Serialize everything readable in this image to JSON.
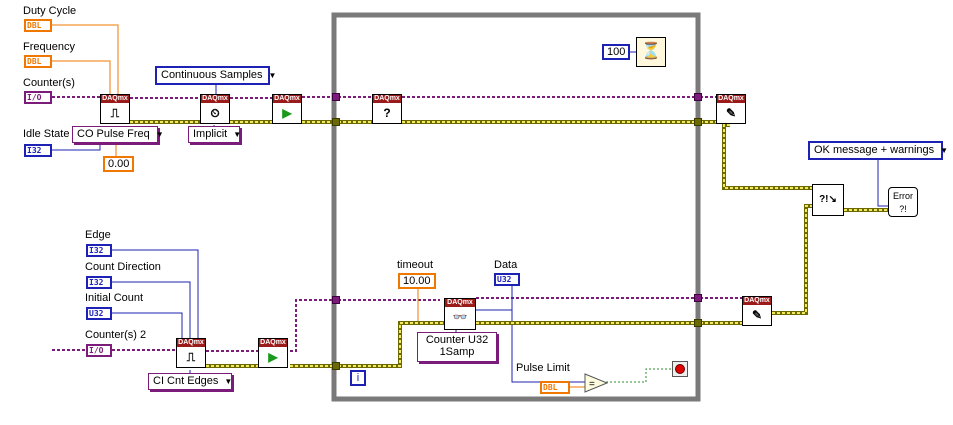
{
  "controls": {
    "duty_cycle": {
      "label": "Duty Cycle",
      "type": "DBL"
    },
    "frequency": {
      "label": "Frequency",
      "type": "DBL"
    },
    "counters": {
      "label": "Counter(s)",
      "type": "I/O"
    },
    "idle_state": {
      "label": "Idle State",
      "type": "I32"
    },
    "edge": {
      "label": "Edge",
      "type": "I32"
    },
    "count_direction": {
      "label": "Count Direction",
      "type": "I32"
    },
    "initial_count": {
      "label": "Initial Count",
      "type": "U32"
    },
    "counters2": {
      "label": "Counter(s) 2",
      "type": "I/O"
    },
    "timeout": {
      "label": "timeout",
      "value": "10.00"
    },
    "pulse_limit": {
      "label": "Pulse Limit",
      "type": "DBL"
    }
  },
  "indicators": {
    "data": {
      "label": "Data",
      "type": "U32"
    }
  },
  "constants": {
    "sample_mode": "Continuous Samples",
    "co_pulse_freq": "CO Pulse Freq",
    "zero": "0.00",
    "implicit": "Implicit",
    "wait_ms": "100",
    "error_mode": "OK message + warnings",
    "ci_cnt_edges": "CI Cnt Edges",
    "read_type_line1": "Counter U32",
    "read_type_line2": "1Samp"
  },
  "vi_header": "DAQmx",
  "loop": {
    "iteration": "i"
  },
  "error_handler": {
    "label": "Error ?!"
  },
  "colors": {
    "dbl": "#f07800",
    "int": "#1e22b4",
    "io": "#7b1c7b",
    "error_wire": "#6a6a00",
    "loop_frame": "#7a7a7a"
  }
}
